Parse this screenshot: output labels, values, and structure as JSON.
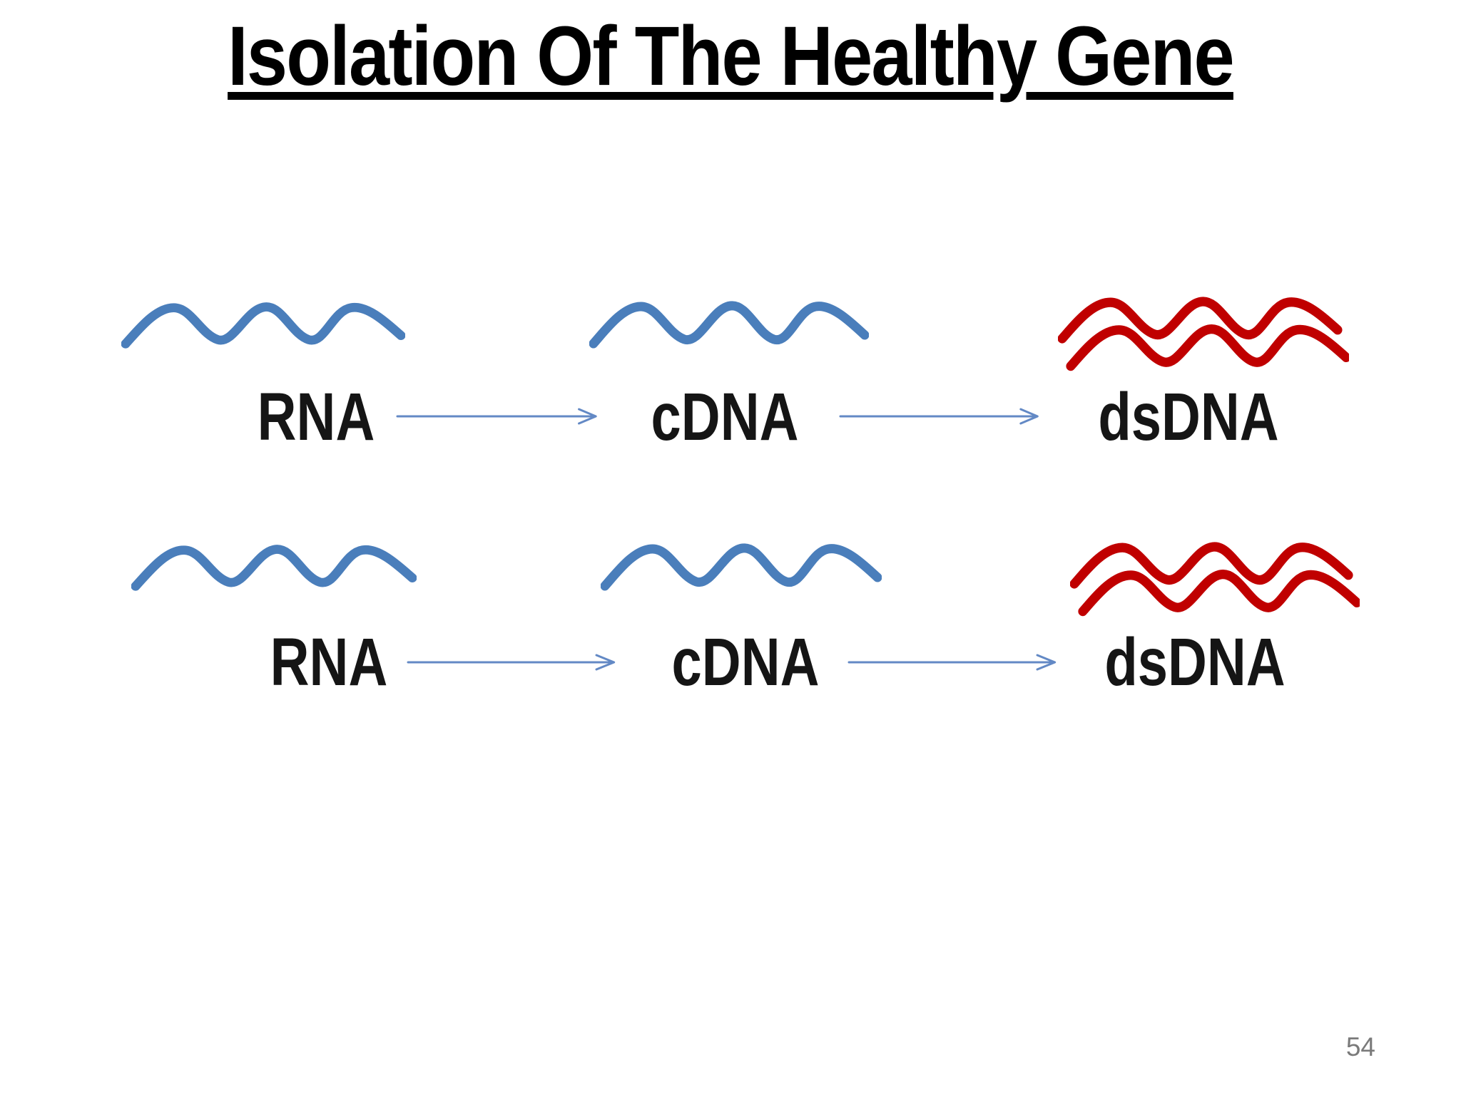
{
  "slide": {
    "title": "Isolation Of The Healthy Gene",
    "page_number": "54"
  },
  "colors": {
    "strand_blue": "#4A7EBB",
    "strand_red": "#C00000",
    "arrow_blue": "#6389C5",
    "title_black": "#000000",
    "label_black": "#151515",
    "page_number_gray": "#7A7A7A",
    "background": "#FFFFFF"
  },
  "diagram": {
    "rows": [
      {
        "steps": [
          {
            "label": "RNA",
            "molecule": "single-stranded-blue-squiggle"
          },
          {
            "label": "cDNA",
            "molecule": "single-stranded-blue-squiggle"
          },
          {
            "label": "dsDNA",
            "molecule": "double-stranded-red-squiggle"
          }
        ],
        "arrow_icon": "right-arrow"
      },
      {
        "steps": [
          {
            "label": "RNA",
            "molecule": "single-stranded-blue-squiggle"
          },
          {
            "label": "cDNA",
            "molecule": "single-stranded-blue-squiggle"
          },
          {
            "label": "dsDNA",
            "molecule": "double-stranded-red-squiggle"
          }
        ],
        "arrow_icon": "right-arrow"
      }
    ]
  }
}
